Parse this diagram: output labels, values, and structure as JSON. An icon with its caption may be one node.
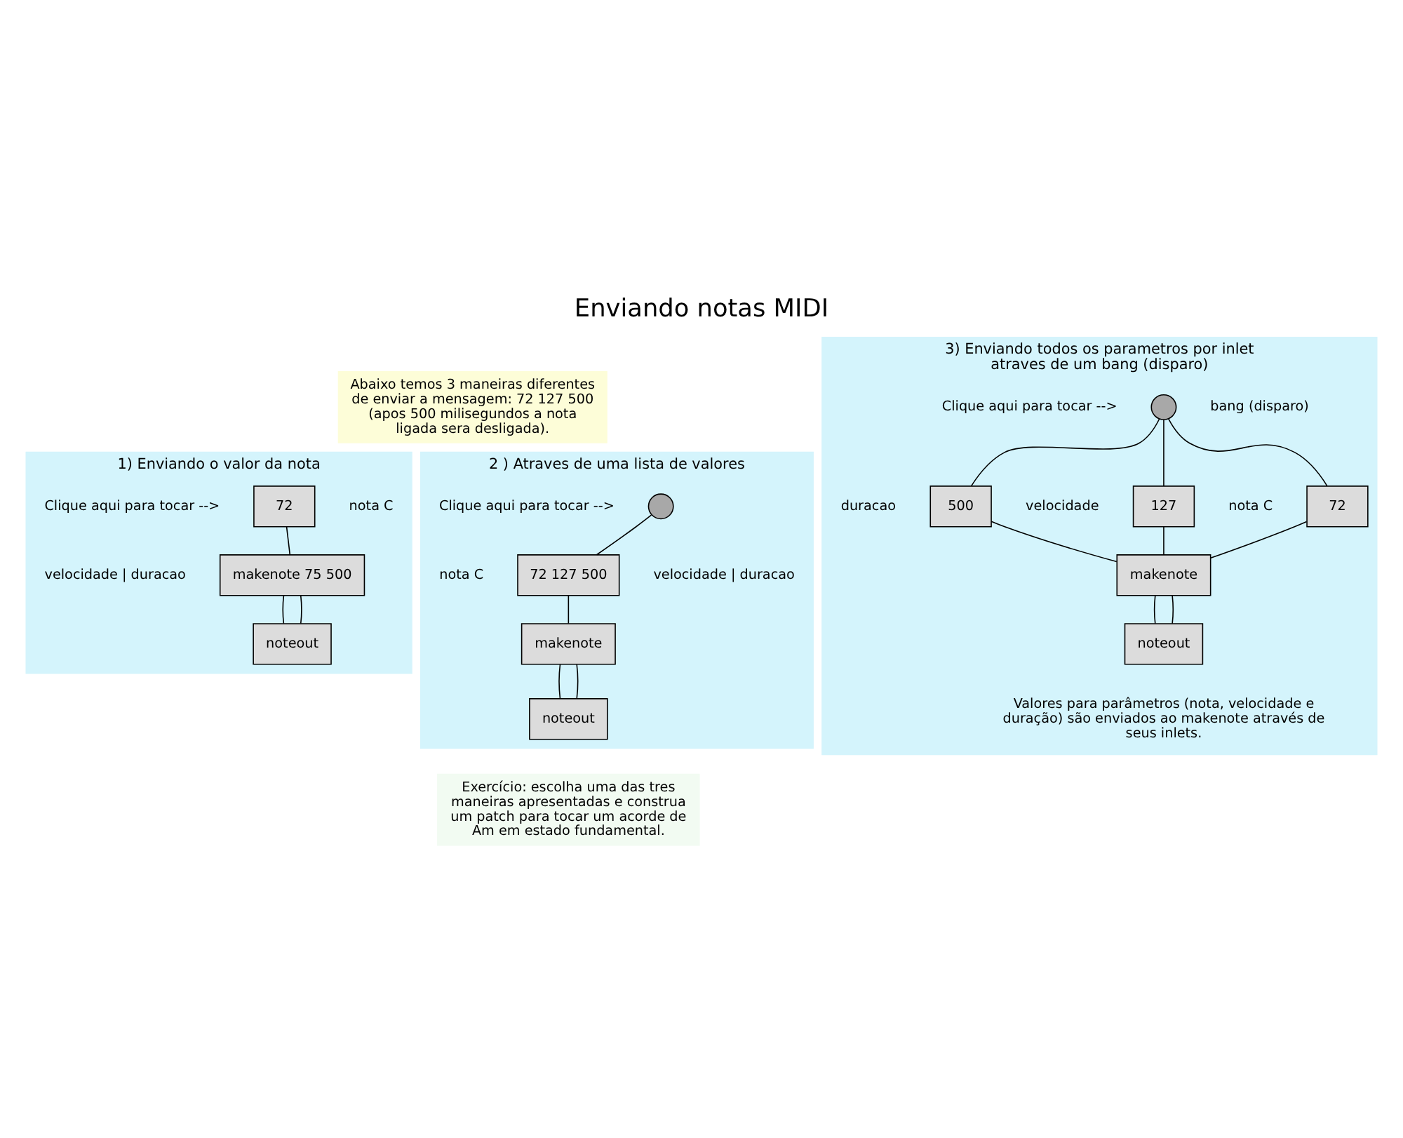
{
  "diagram": {
    "title": "Enviando notas MIDI",
    "nodes": [
      {
        "text": [
          "Abaixo temos 3 maneiras diferentes de enviar a mensagem: 72 127 500 (apos 500 milisegundos a nota ligada sera desligada)."
        ]
      },
      {
        "text": [
          "1) Enviando o valor da nota"
        ]
      },
      {
        "text": [
          "72"
        ],
        "in": 1,
        "beside": [
          "Clique aqui para tocar -->",
          "nota C"
        ]
      },
      {
        "text": [
          "makenote 75 500"
        ],
        "in": 1,
        "beside": [
          "velocidade | duracao"
        ]
      },
      {
        "text": [
          "noteout"
        ],
        "in": 1
      },
      {
        "text": [
          "2 ) Atraves de uma lista de valores"
        ]
      },
      {
        "text": [],
        "shape": "circle",
        "in": 5,
        "beside": [
          "Clique aqui para tocar -->"
        ]
      },
      {
        "text": [
          "72 127 500"
        ],
        "in": 5,
        "beside": [
          "nota C",
          "velocidade | duracao"
        ]
      },
      {
        "text": [
          "makenote"
        ],
        "in": 5
      },
      {
        "text": [
          "noteout"
        ],
        "in": 5
      },
      {
        "text": [
          "3) Enviando todos os parametros por inlet atraves de um bang (disparo)",
          "Valores para parâmetros (nota, velocidade e duração) são enviados ao makenote através de seus inlets."
        ]
      },
      {
        "text": [],
        "shape": "circle",
        "in": 10,
        "beside": [
          "Clique aqui para tocar -->",
          "bang (disparo)"
        ]
      },
      {
        "text": [
          "72"
        ],
        "in": 10,
        "beside": [
          "nota C"
        ]
      },
      {
        "text": [
          "127"
        ],
        "in": 10,
        "beside": [
          "velocidade"
        ]
      },
      {
        "text": [
          "500"
        ],
        "in": 10,
        "beside": [
          "duracao"
        ]
      },
      {
        "text": [
          "makenote"
        ],
        "in": 10
      },
      {
        "text": [
          "noteout"
        ],
        "in": 10
      },
      {
        "text": [
          "Exercício: escolha uma das tres maneiras apresentadas e construa um patch para tocar um acorde de Am em estado fundamental."
        ]
      }
    ],
    "edges": [
      {
        "from": 2,
        "to": 3,
        "arrow": "none"
      },
      {
        "from": 3,
        "to": 4,
        "arrow": "none"
      },
      {
        "from": 3,
        "to": 4,
        "arrow": "none"
      },
      {
        "from": 6,
        "to": 7,
        "arrow": "none"
      },
      {
        "from": 7,
        "to": 8,
        "arrow": "none"
      },
      {
        "from": 8,
        "to": 9,
        "arrow": "none"
      },
      {
        "from": 8,
        "to": 9,
        "arrow": "none"
      },
      {
        "from": 11,
        "to": 12,
        "arrow": "none"
      },
      {
        "from": 11,
        "to": 13,
        "arrow": "none"
      },
      {
        "from": 11,
        "to": 14,
        "arrow": "none"
      },
      {
        "from": 12,
        "to": 15,
        "arrow": "none"
      },
      {
        "from": 13,
        "to": 15,
        "arrow": "none"
      },
      {
        "from": 14,
        "to": 15,
        "arrow": "none"
      },
      {
        "from": 15,
        "to": 16,
        "arrow": "none"
      },
      {
        "from": 15,
        "to": 16,
        "arrow": "none"
      }
    ]
  }
}
